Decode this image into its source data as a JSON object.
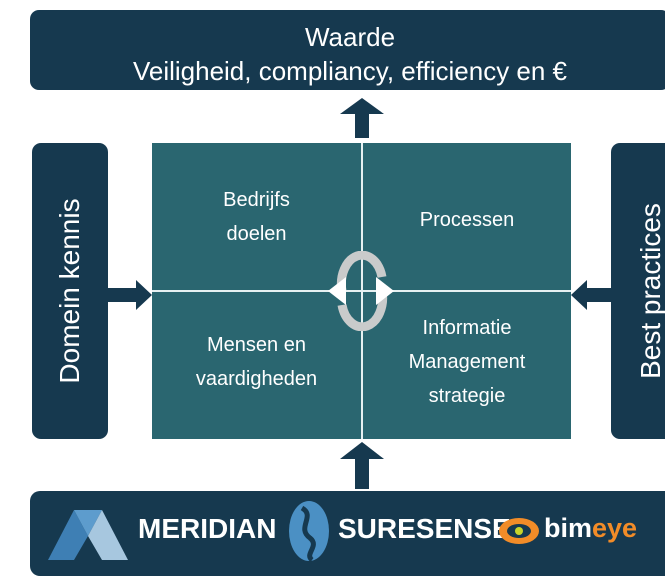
{
  "value_box": {
    "title": "Waarde",
    "subtitle": "Veiligheid, compliancy, efficiency en €"
  },
  "left_box": {
    "label": "Domein kennis"
  },
  "right_box": {
    "label": "Best practices"
  },
  "quadrants": {
    "top_left": [
      "Bedrijfs",
      "doelen"
    ],
    "top_right": [
      "Processen"
    ],
    "bottom_left": [
      "Mensen en",
      "vaardigheden"
    ],
    "bottom_right": [
      "Informatie",
      "Management",
      "strategie"
    ]
  },
  "logos": {
    "meridian": "MERIDIAN",
    "suresense": "SURESENSE",
    "bimeye_prefix": "bim",
    "bimeye_suffix": "eye"
  },
  "colors": {
    "navy": "#16394f",
    "teal": "#2a6670",
    "bimeye_orange": "#f28c28"
  }
}
